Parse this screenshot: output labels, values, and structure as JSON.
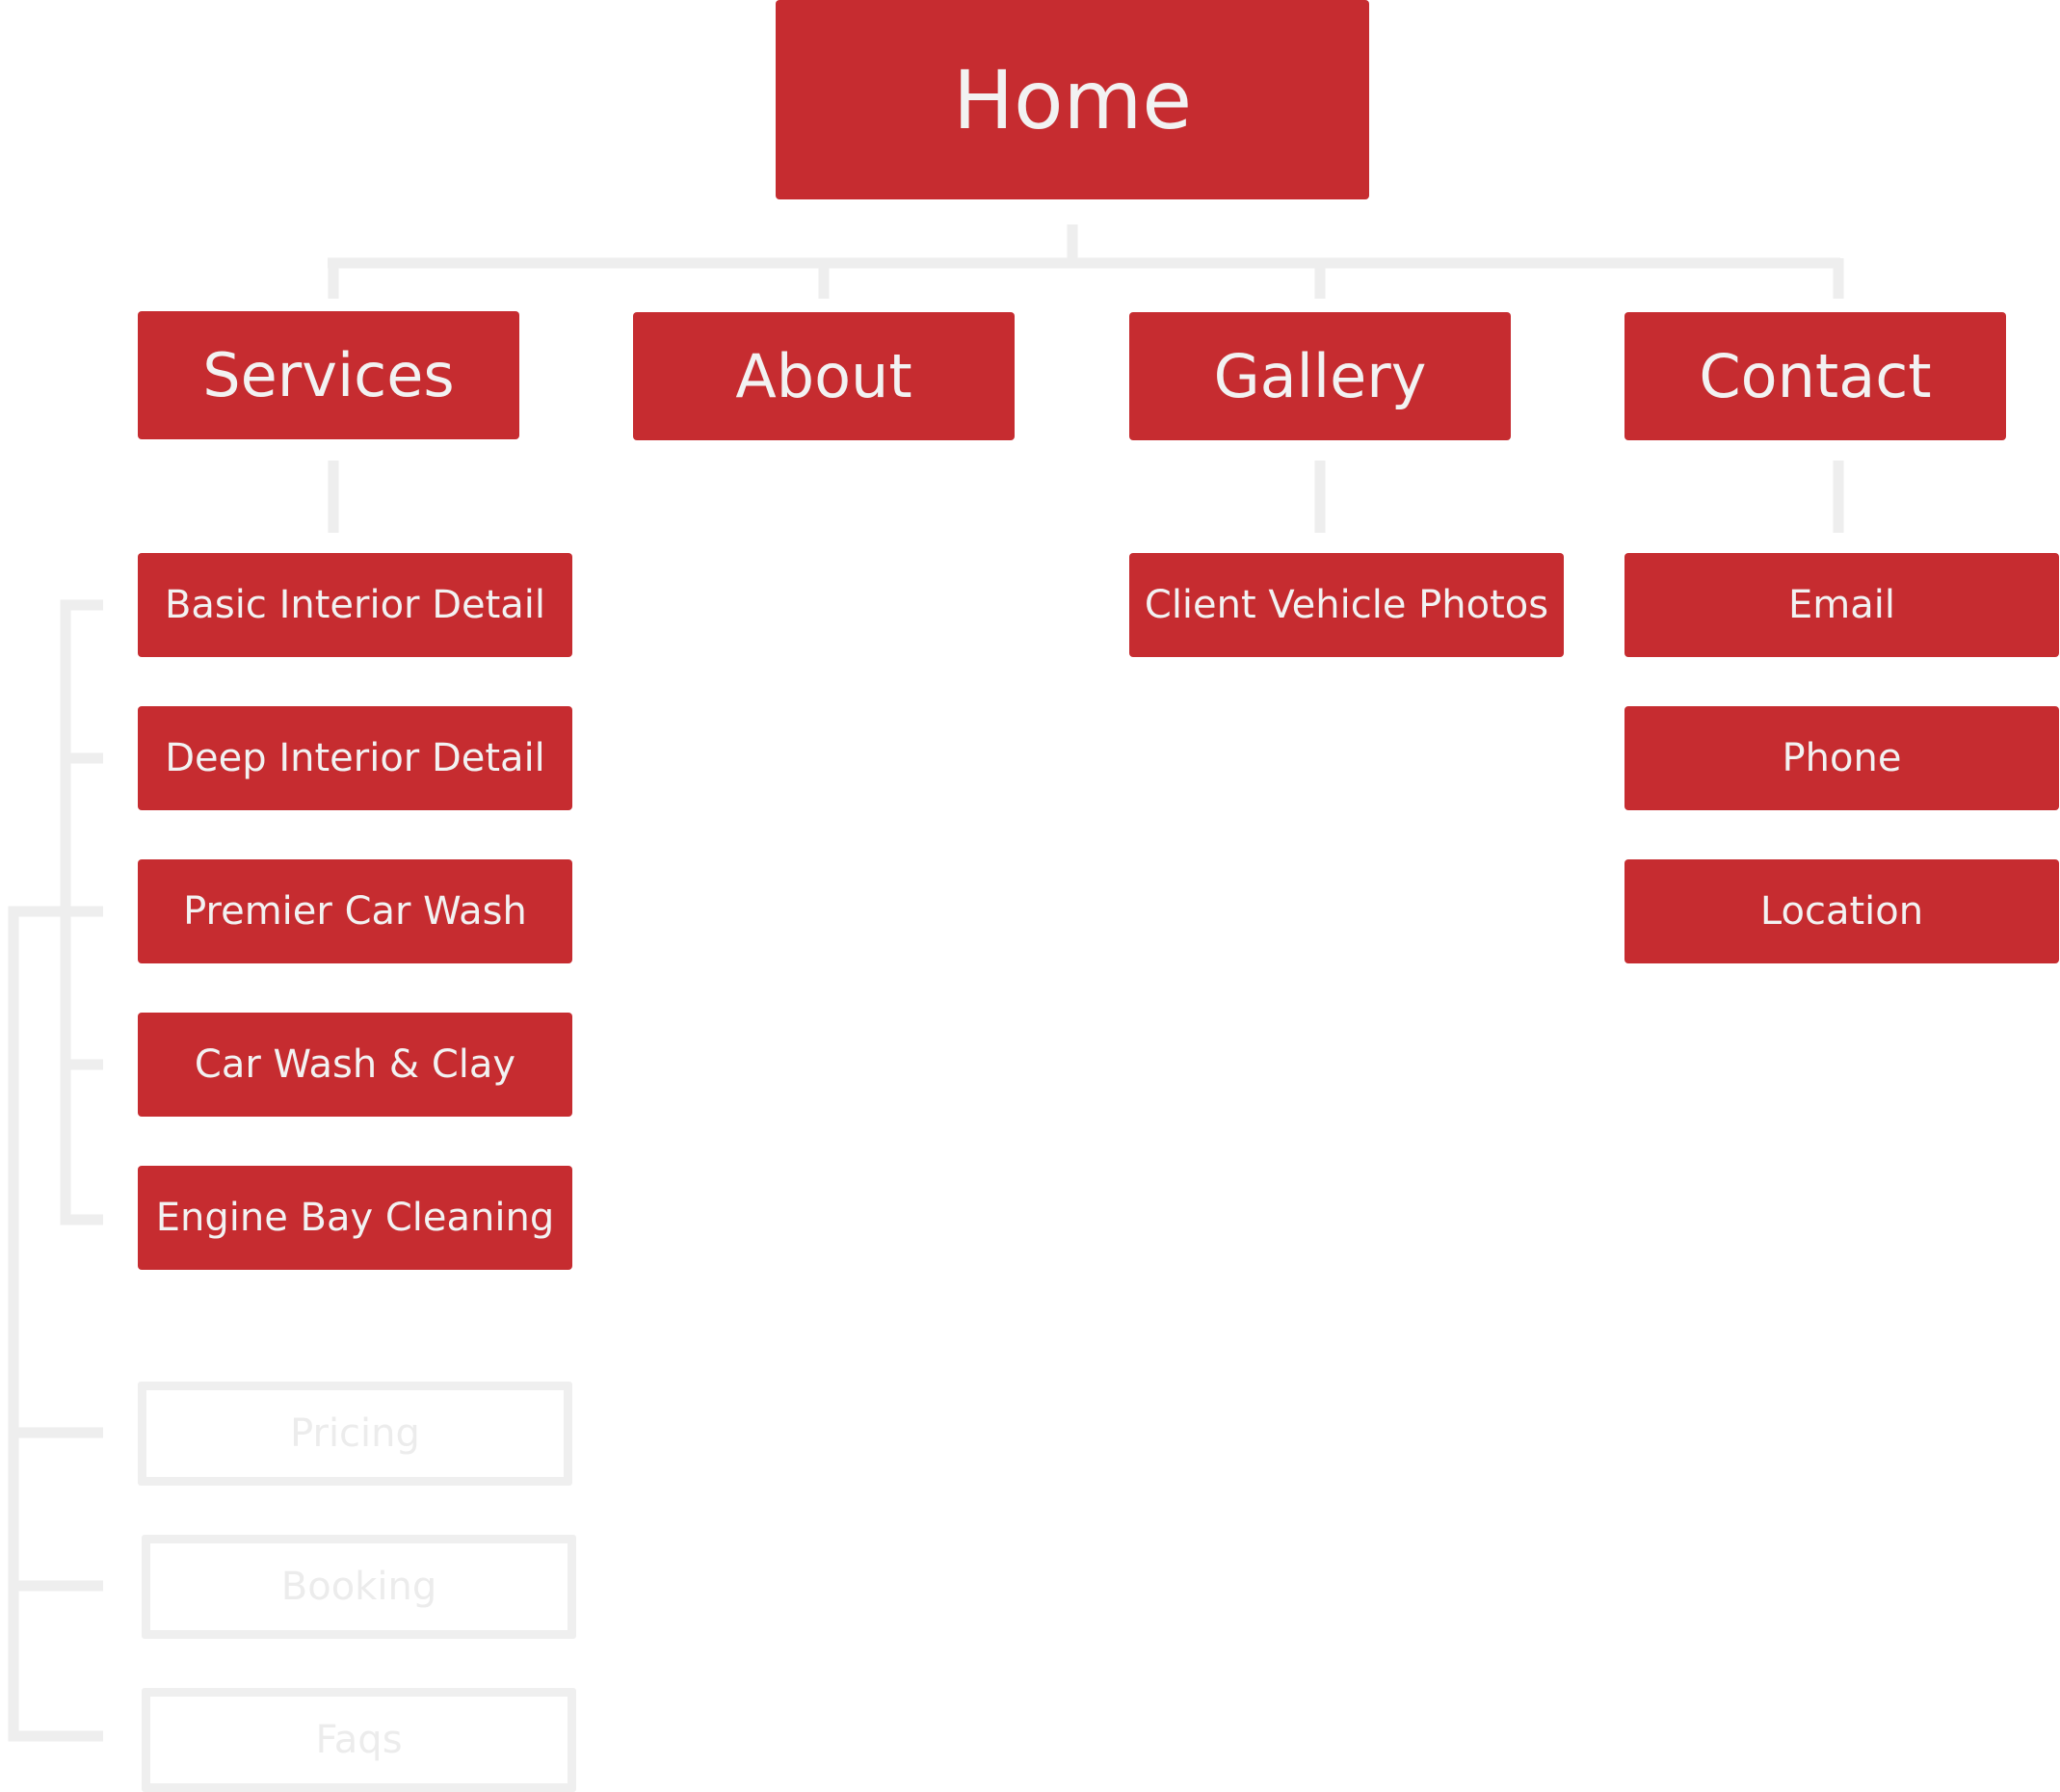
{
  "home": {
    "label": "Home"
  },
  "sections": {
    "services": "Services",
    "about": "About",
    "gallery": "Gallery",
    "contact": "Contact"
  },
  "services_items": [
    "Basic Interior Detail",
    "Deep Interior Detail",
    "Premier Car Wash",
    "Car Wash & Clay",
    "Engine Bay Cleaning"
  ],
  "gallery_items": [
    "Client Vehicle Photos"
  ],
  "contact_items": [
    "Email",
    "Phone",
    "Location"
  ],
  "planned_pages": [
    "Pricing",
    "Booking",
    "Faqs"
  ],
  "colors": {
    "node_fill": "#c62c30",
    "node_text": "#f2f2f2",
    "connector": "#eeeeee",
    "planned_border": "#efefef",
    "planned_text": "#ececec"
  }
}
